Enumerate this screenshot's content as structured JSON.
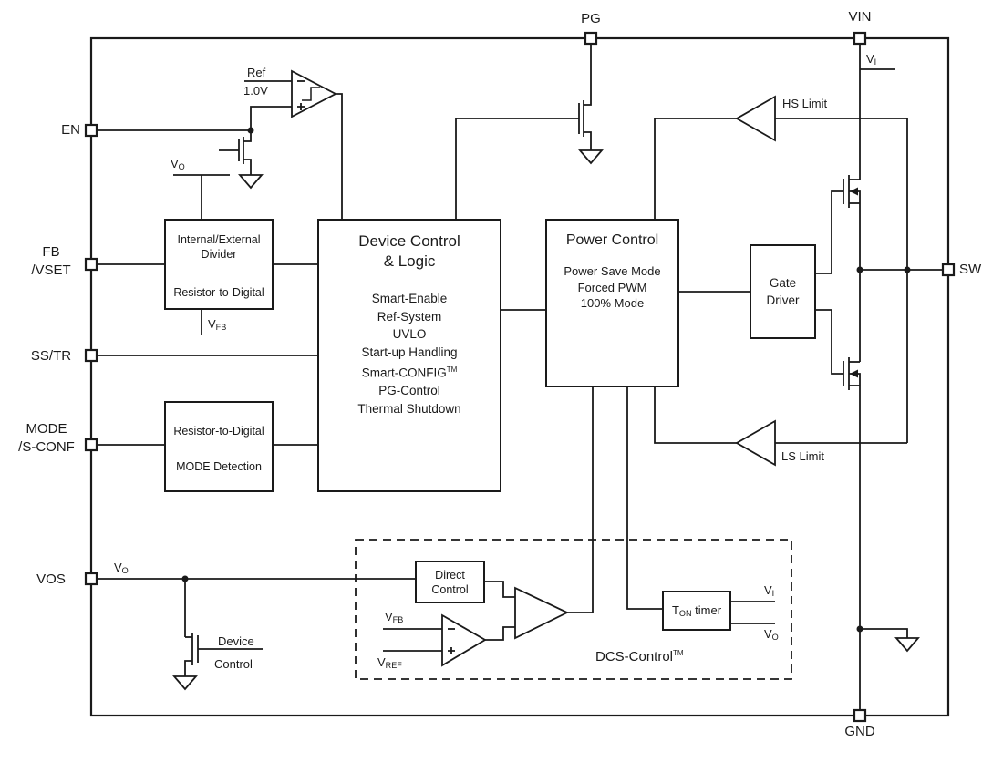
{
  "pins": {
    "en": "EN",
    "fb_line1": "FB",
    "fb_line2": "/VSET",
    "ss_tr": "SS/TR",
    "mode_line1": "MODE",
    "mode_line2": "/S-CONF",
    "vos": "VOS",
    "pg": "PG",
    "vin": "VIN",
    "sw": "SW",
    "gnd": "GND"
  },
  "blocks": {
    "divider": {
      "line1": "Internal/External",
      "line2": "Divider",
      "line3": "Resistor-to-Digital"
    },
    "mode_detect": {
      "line1": "Resistor-to-Digital",
      "line2": "MODE Detection"
    },
    "device_control": {
      "title_line1": "Device Control",
      "title_line2": "& Logic",
      "items": [
        "Smart-Enable",
        "Ref-System",
        "UVLO",
        "Start-up Handling",
        "Smart-CONFIG",
        "PG-Control",
        "Thermal Shutdown"
      ]
    },
    "power_control": {
      "title": "Power Control",
      "items": [
        "Power Save Mode",
        "Forced PWM",
        "100% Mode"
      ]
    },
    "gate_driver": {
      "line1": "Gate",
      "line2": "Driver"
    },
    "direct_control": {
      "line1": "Direct",
      "line2": "Control"
    },
    "ton_timer": {
      "base": "T",
      "sub": "ON",
      "rest": " timer"
    }
  },
  "labels": {
    "ref": "Ref",
    "ref_value": "1.0V",
    "hs_limit": "HS Limit",
    "ls_limit": "LS Limit",
    "device": "Device",
    "device_control2": "Control",
    "dcs": "DCS-Control",
    "tm": "TM",
    "v_o": {
      "base": "V",
      "sub": "O"
    },
    "v_i": {
      "base": "V",
      "sub": "I"
    },
    "v_fb": {
      "base": "V",
      "sub": "FB"
    },
    "v_ref": {
      "base": "V",
      "sub": "REF"
    }
  },
  "colors": {
    "line": "#1a1a1a",
    "background": "#ffffff"
  }
}
